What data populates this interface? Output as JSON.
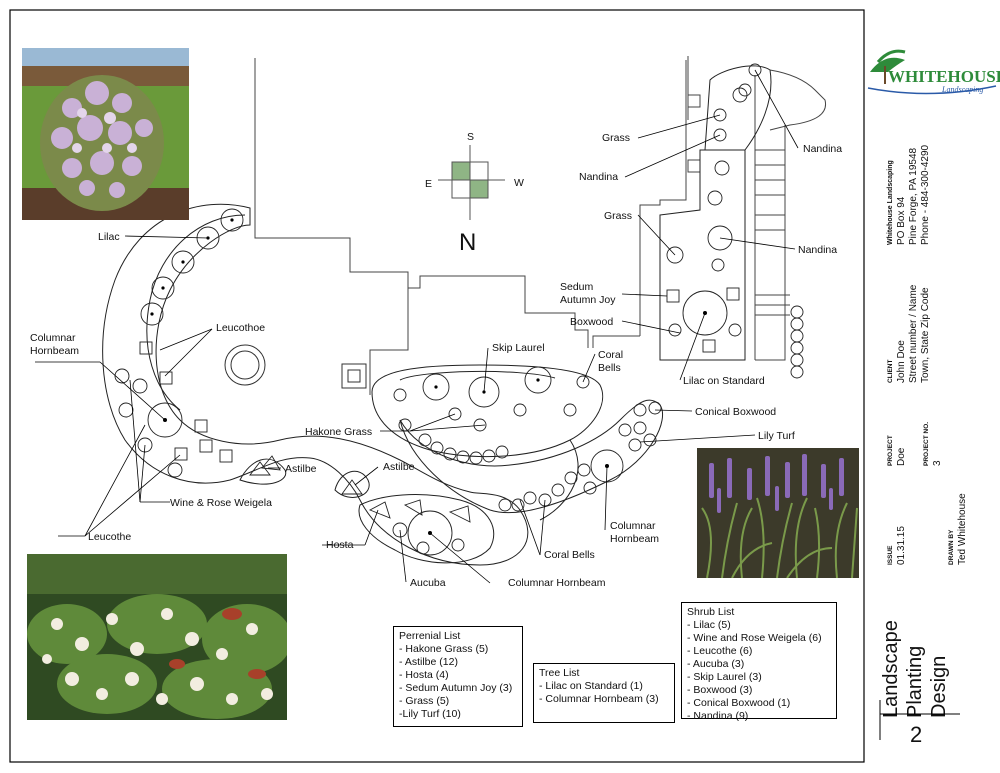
{
  "company": {
    "name": "WHITEHOUSE",
    "tagline": "Landscaping",
    "address_lines": [
      "Whitehouse Landscaping",
      "PO Box 94",
      "Pine Forge, PA 19548",
      "Phone - 484-300-4290"
    ]
  },
  "client": {
    "heading": "CLIENT",
    "lines": [
      "John Doe",
      "Street number / Name",
      "Town, State Zip Code"
    ]
  },
  "project": {
    "heading": "PROJECT",
    "value": "Doe"
  },
  "project_no": {
    "heading": "PROJECT NO.",
    "value": "3"
  },
  "issue": {
    "heading": "ISSUE",
    "value": "01.31.15"
  },
  "drawn_by": {
    "heading": "DRAWN BY",
    "value": "Ted Whitehouse"
  },
  "sheet_title": {
    "line1": "Landscape",
    "line2": "Planting",
    "line3": "Design",
    "number": "2"
  },
  "compass": {
    "s": "S",
    "e": "E",
    "w": "W",
    "n": "N"
  },
  "labels": {
    "lilac": "Lilac",
    "leucothoe": "Leucothoe",
    "columnar_hornbeam_1a": "Columnar",
    "columnar_hornbeam_1b": "Hornbeam",
    "astilbe_1": "Astilbe",
    "wine_rose": "Wine & Rose Weigela",
    "leucothe": "Leucothe",
    "astilbe_2": "Astilbe",
    "hakone": "Hakone Grass",
    "hosta": "Hosta",
    "aucuba": "Aucuba",
    "columnar_hornbeam_2": "Columnar Hornbeam",
    "coral_bells_1": "Coral Bells",
    "columnar_hornbeam_3a": "Columnar",
    "columnar_hornbeam_3b": "Hornbeam",
    "skip_laurel": "Skip Laurel",
    "coral_bells_2a": "Coral",
    "coral_bells_2b": "Bells",
    "grass_1": "Grass",
    "nandina_1": "Nandina",
    "grass_2": "Grass",
    "nandina_2": "Nandina",
    "nandina_3": "Nandina",
    "sedum_a": "Sedum",
    "sedum_b": "Autumn Joy",
    "boxwood": "Boxwood",
    "lilac_standard": "Lilac on Standard",
    "conical_boxwood": "Conical Boxwood",
    "lily_turf": "Lily Turf"
  },
  "perennial_list": {
    "title": "Perrenial List",
    "items": [
      "- Hakone Grass (5)",
      "- Astilbe (12)",
      "- Hosta (4)",
      "- Sedum Autumn Joy (3)",
      "- Grass (5)",
      "-Lily Turf (10)"
    ]
  },
  "tree_list": {
    "title": "Tree List",
    "items": [
      "- Lilac on Standard (1)",
      "- Columnar Hornbeam (3)"
    ]
  },
  "shrub_list": {
    "title": "Shrub List",
    "items": [
      "- Lilac (5)",
      "- Wine and Rose Weigela (6)",
      "- Leucothe (6)",
      "- Aucuba (3)",
      "- Skip Laurel (3)",
      "- Boxwood (3)",
      "- Conical Boxwood (1)",
      "- Nandina (9)"
    ]
  },
  "colors": {
    "compass_green": "#8fb585",
    "logo_green": "#2e8b3a",
    "logo_blue": "#2a5aa8"
  }
}
